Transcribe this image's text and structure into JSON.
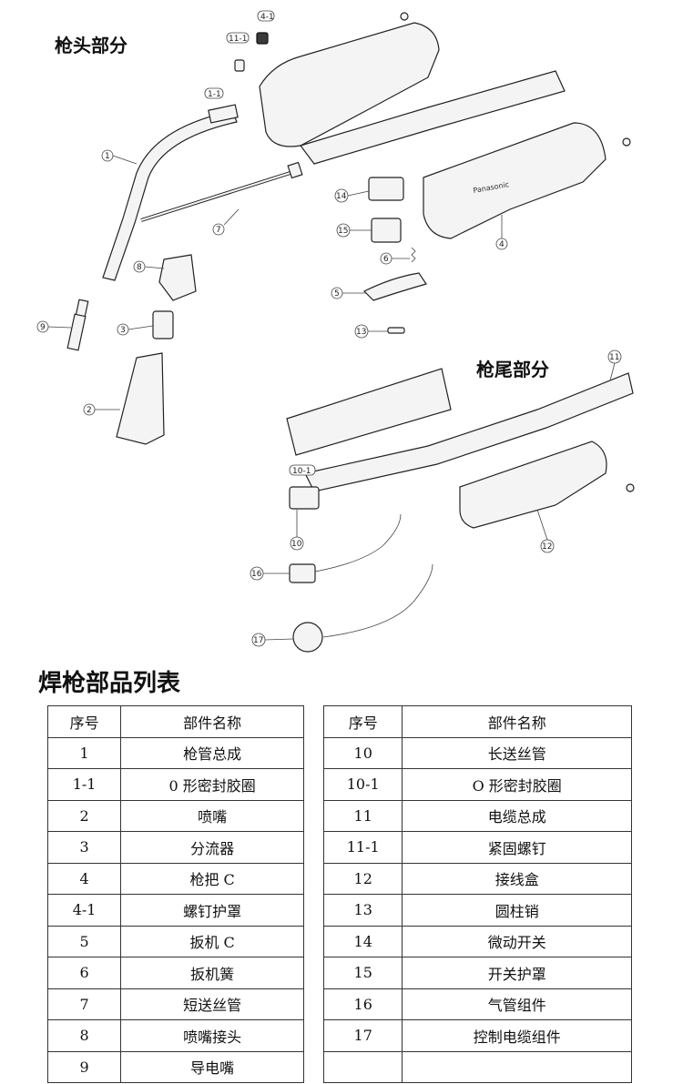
{
  "sections": {
    "head_title": "枪头部分",
    "tail_title": "枪尾部分",
    "table_title": "焊枪部品列表"
  },
  "callouts": [
    "4-1",
    "11-1",
    "1-1",
    "1",
    "7",
    "14",
    "15",
    "4",
    "8",
    "6",
    "5",
    "3",
    "9",
    "13",
    "2",
    "11",
    "10-1",
    "10",
    "12",
    "16",
    "17"
  ],
  "brand_text": "Panasonic",
  "table": {
    "headers": {
      "no": "序号",
      "name": "部件名称"
    },
    "left": [
      {
        "no": "1",
        "name": "枪管总成"
      },
      {
        "no": "1-1",
        "name": "0 形密封胶圈"
      },
      {
        "no": "2",
        "name": "喷嘴"
      },
      {
        "no": "3",
        "name": "分流器"
      },
      {
        "no": "4",
        "name": "枪把 C"
      },
      {
        "no": "4-1",
        "name": "螺钉护罩"
      },
      {
        "no": "5",
        "name": "扳机 C"
      },
      {
        "no": "6",
        "name": "扳机簧"
      },
      {
        "no": "7",
        "name": "短送丝管"
      },
      {
        "no": "8",
        "name": "喷嘴接头"
      },
      {
        "no": "9",
        "name": "导电嘴"
      }
    ],
    "right": [
      {
        "no": "10",
        "name": "长送丝管"
      },
      {
        "no": "10-1",
        "name": "O 形密封胶圈"
      },
      {
        "no": "11",
        "name": "电缆总成"
      },
      {
        "no": "11-1",
        "name": "紧固螺钉"
      },
      {
        "no": "12",
        "name": "接线盒"
      },
      {
        "no": "13",
        "name": "圆柱销"
      },
      {
        "no": "14",
        "name": "微动开关"
      },
      {
        "no": "15",
        "name": "开关护罩"
      },
      {
        "no": "16",
        "name": "气管组件"
      },
      {
        "no": "17",
        "name": "控制电缆组件"
      },
      {
        "no": "",
        "name": ""
      }
    ]
  }
}
